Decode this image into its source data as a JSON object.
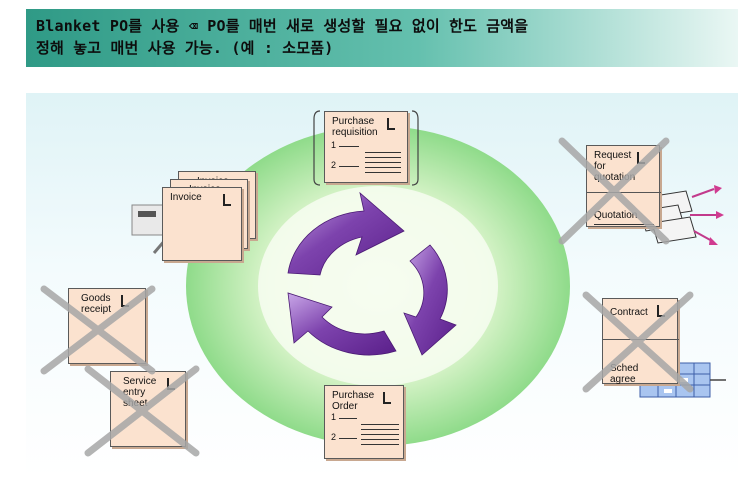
{
  "banner": {
    "line1": "Blanket PO를 사용 ⌫ PO를  매번 새로 생성할 필요 없이 한도 금액을",
    "line2": "정해 놓고 매번 사용 가능. (예 : 소모품)"
  },
  "docs": {
    "purchase_requisition": "Purchase\nrequisition",
    "request_quotation": "Request\nfor\nquotation",
    "quotation": "Quotation",
    "invoice_back2": "Invoice",
    "invoice_back1": "Invoice",
    "invoice_front": "Invoice",
    "contract": "Contract",
    "scheduling_agreement": "Sched\nagree",
    "goods_receipt": "Goods\nreceipt",
    "service_entry_sheet": "Service\nentry\nsheet",
    "purchase_order": "Purchase\nOrder"
  },
  "numbers": {
    "one": "1",
    "two": "2"
  },
  "colors": {
    "ring": "#9fe09a",
    "cycle_arrow": "#7a3fa8",
    "document": "#fbe2cf",
    "cross": "#a7a7a7",
    "banner": "#3aa48f"
  }
}
